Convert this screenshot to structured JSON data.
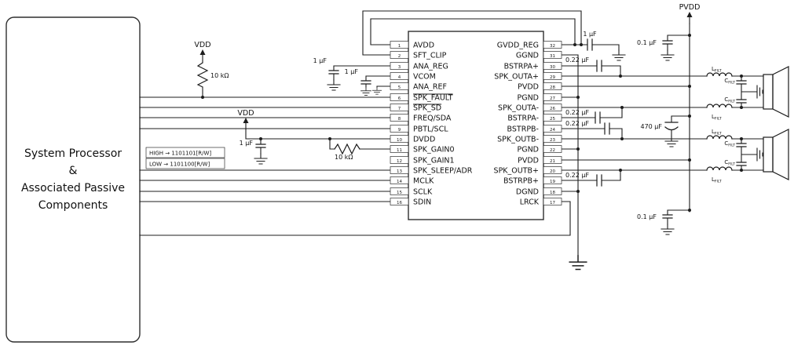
{
  "processor_box": {
    "lines": [
      "System Processor",
      "&",
      "Associated Passive",
      "Components"
    ]
  },
  "ic": {
    "left_pins": [
      {
        "num": "1",
        "label": "AVDD"
      },
      {
        "num": "2",
        "label": "SFT_CLIP"
      },
      {
        "num": "3",
        "label": "ANA_REG"
      },
      {
        "num": "4",
        "label": "VCOM"
      },
      {
        "num": "5",
        "label": "ANA_REF"
      },
      {
        "num": "6",
        "label": "SPK_FAULT"
      },
      {
        "num": "7",
        "label": "SPK_SD"
      },
      {
        "num": "8",
        "label": "FREQ/SDA"
      },
      {
        "num": "9",
        "label": "PBTL/SCL"
      },
      {
        "num": "10",
        "label": "DVDD"
      },
      {
        "num": "11",
        "label": "SPK_GAIN0"
      },
      {
        "num": "12",
        "label": "SPK_GAIN1"
      },
      {
        "num": "13",
        "label": "SPK_SLEEP/ADR"
      },
      {
        "num": "14",
        "label": "MCLK"
      },
      {
        "num": "15",
        "label": "SCLK"
      },
      {
        "num": "16",
        "label": "SDIN"
      }
    ],
    "right_pins": [
      {
        "num": "32",
        "label": "GVDD_REG"
      },
      {
        "num": "31",
        "label": "GGND"
      },
      {
        "num": "30",
        "label": "BSTRPA+"
      },
      {
        "num": "29",
        "label": "SPK_OUTA+"
      },
      {
        "num": "28",
        "label": "PVDD"
      },
      {
        "num": "27",
        "label": "PGND"
      },
      {
        "num": "26",
        "label": "SPK_OUTA-"
      },
      {
        "num": "25",
        "label": "BSTRPA-"
      },
      {
        "num": "24",
        "label": "BSTRPB-"
      },
      {
        "num": "23",
        "label": "SPK_OUTB-"
      },
      {
        "num": "22",
        "label": "PGND"
      },
      {
        "num": "21",
        "label": "PVDD"
      },
      {
        "num": "20",
        "label": "SPK_OUTB+"
      },
      {
        "num": "19",
        "label": "BSTRPB+"
      },
      {
        "num": "18",
        "label": "DGND"
      },
      {
        "num": "17",
        "label": "LRCK"
      }
    ]
  },
  "power_labels": {
    "vdd_pullup": "VDD",
    "vdd_dvdd": "VDD",
    "pvdd": "PVDD"
  },
  "components": {
    "pullup_resistor": "10 kΩ",
    "gain_resistor": "10 kΩ",
    "ana_reg_cap": "1 µF",
    "vcom_cap": "1 µF",
    "dvdd_cap": "1 µF",
    "gvdd_cap": "1 µF",
    "bstrpa_plus_cap": "0.22 µF",
    "bstrpa_minus_cap": "0.22 µF",
    "bstrpb_minus_cap": "0.22 µF",
    "bstrpb_plus_cap": "0.22 µF",
    "pvdd_cap_top": "0.1 µF",
    "bulk_cap": "470 µF",
    "pvdd_cap_bottom": "0.1 µF",
    "l_filt_main": "L",
    "l_filt_sub": "FILT",
    "c_filt_main": "C",
    "c_filt_sub": "FILT"
  },
  "address_note": {
    "high": "HIGH → 1101101[R/W]",
    "low": "LOW → 1101100[R/W]"
  }
}
